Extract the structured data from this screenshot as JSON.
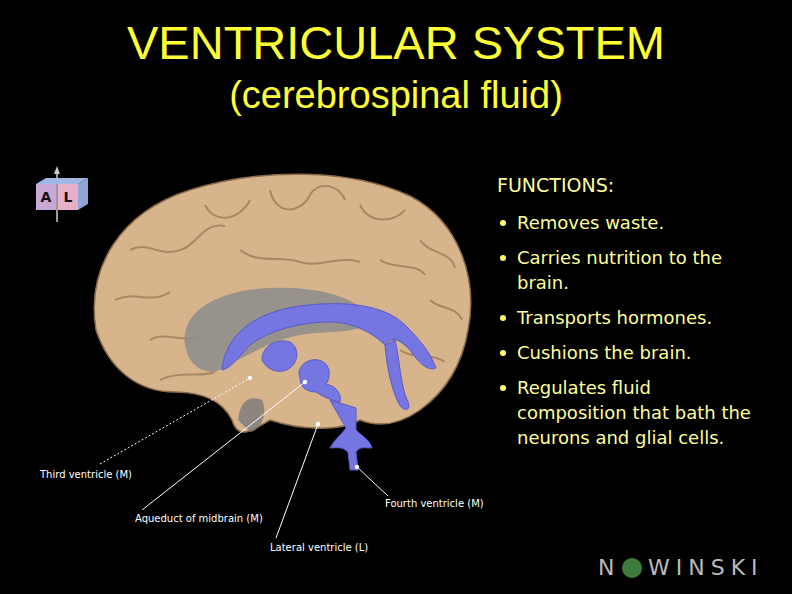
{
  "diagram": {
    "title": "VENTRICULAR SYSTEM",
    "labels": [
      "(cerebrospinal fluid)",
      "FUNCTIONS:",
      "Removes waste.",
      "Carries nutrition to the brain.",
      "Transports hormones.",
      "Cushions the brain.",
      "Regulates fluid composition that bath the neurons and glial cells.",
      "A",
      "L",
      "Third ventricle (M)",
      "Aqueduct of midbrain (M)",
      "Lateral ventricle (L)",
      "Fourth ventricle (M)",
      "N",
      "WINSKI"
    ]
  }
}
